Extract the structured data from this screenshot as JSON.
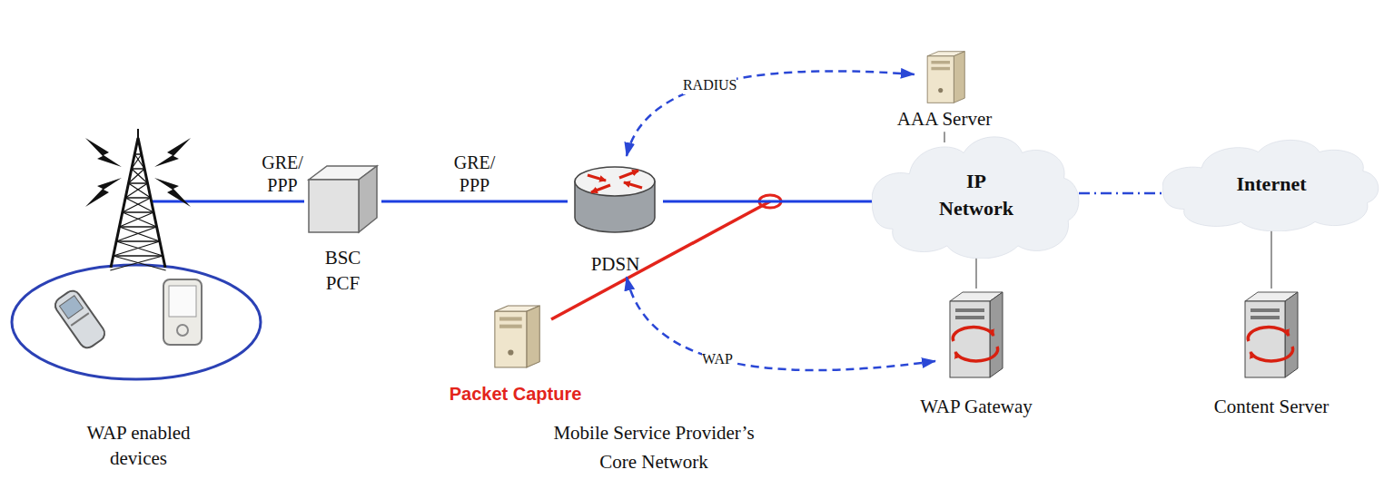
{
  "diagram": {
    "nodes": [
      {
        "text": [
          "WAP enabled devices"
        ]
      },
      {
        "text": [
          "BSC PCF"
        ]
      },
      {
        "text": [
          "PDSN"
        ]
      },
      {
        "text": [
          "AAA Server"
        ]
      },
      {
        "text": [
          "IP Network"
        ]
      },
      {
        "text": [
          "Internet"
        ]
      },
      {
        "text": [
          "Packet Capture"
        ]
      },
      {
        "text": [
          "WAP Gateway"
        ]
      },
      {
        "text": [
          "Content Server"
        ]
      }
    ],
    "edges": [
      {
        "from": 0,
        "to": 1,
        "label": "GRE/ PPP",
        "arrow": "none"
      },
      {
        "from": 1,
        "to": 2,
        "label": "GRE/ PPP",
        "arrow": "none"
      },
      {
        "from": 2,
        "to": 4,
        "arrow": "none"
      },
      {
        "from": 4,
        "to": 5,
        "arrow": "none"
      },
      {
        "from": 2,
        "to": 3,
        "label": "RADIUS",
        "arrow": "both"
      },
      {
        "from": 2,
        "to": 7,
        "label": "WAP",
        "arrow": "both"
      },
      {
        "from": 3,
        "to": 4,
        "arrow": "none"
      },
      {
        "from": 7,
        "to": 4,
        "arrow": "none"
      },
      {
        "from": 8,
        "to": 5,
        "arrow": "none"
      }
    ],
    "labels": [
      "Mobile Service Provider’s Core Network"
    ]
  }
}
